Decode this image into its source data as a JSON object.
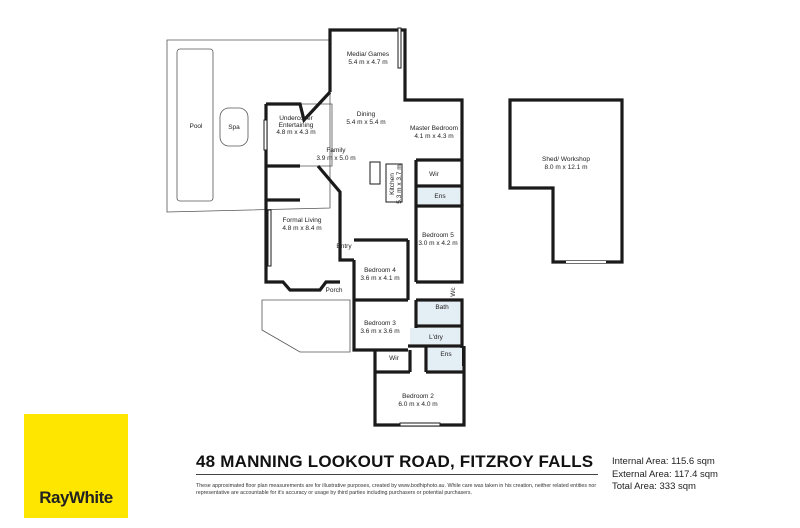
{
  "rooms": {
    "pool": "Pool",
    "spa": "Spa",
    "media_games": {
      "name": "Media/ Games",
      "dims": "5.4 m x 4.7 m"
    },
    "undercover": {
      "name1": "Undercover",
      "name2": "Entertaining",
      "dims": "4.8 m x 4.3 m"
    },
    "dining": {
      "name": "Dining",
      "dims": "5.4 m x 5.4 m"
    },
    "family": {
      "name": "Family",
      "dims": "3.9 m x 5.0 m"
    },
    "kitchen": {
      "name": "Kitchen",
      "dims": "5.3 m x 3.7 m"
    },
    "master_bedroom": {
      "name": "Master Bedroom",
      "dims": "4.1 m x 4.3 m"
    },
    "wir_master": "Wir",
    "ens_master": "Ens",
    "formal_living": {
      "name": "Formal Living",
      "dims": "4.8 m x 8.4 m"
    },
    "entry": "Entry",
    "bedroom5": {
      "name": "Bedroom 5",
      "dims": "3.0 m x 4.2 m"
    },
    "bedroom4": {
      "name": "Bedroom 4",
      "dims": "3.6 m x 4.1 m"
    },
    "wc": "Wc",
    "porch": "Porch",
    "bath": "Bath",
    "bedroom3": {
      "name": "Bedroom 3",
      "dims": "3.6 m x 3.6 m"
    },
    "laundry": "L'dry",
    "wir_bed2": "Wir",
    "ens_bed2": "Ens",
    "bedroom2": {
      "name": "Bedroom 2",
      "dims": "6.0 m x 4.0 m"
    },
    "shed": {
      "name": "Shed/ Workshop",
      "dims": "8.0 m x 12.1 m"
    }
  },
  "address": "48 MANNING LOOKOUT ROAD, FITZROY FALLS",
  "areas": {
    "internal": "Internal Area: 115.6 sqm",
    "external": "External Area: 117.4 sqm",
    "total": "Total Area: 333 sqm"
  },
  "disclaimer": "These approximated floor plan measurements are for illustrative purposes, created by www.bodhiphoto.au. While care was taken in his creation, neither related entities nor representative are accountable for it's accuracy or usage by third parties including purchasers or potential purchasers.",
  "logo": "RayWhite",
  "colors": {
    "logo_yellow": "#ffe600",
    "wall": "#1a1a1a",
    "floor": "#ffffff",
    "wet_area": "#e4eef5"
  }
}
